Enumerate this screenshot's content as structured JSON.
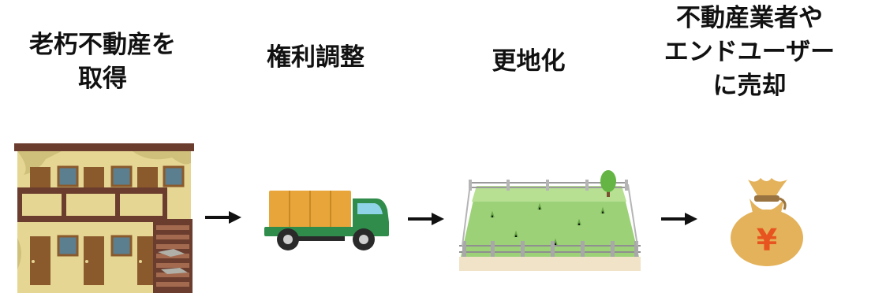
{
  "steps": [
    {
      "id": "acquire",
      "title_lines": [
        "老朽不動産を",
        "取得"
      ],
      "icon": "old-apartment-icon"
    },
    {
      "id": "rights",
      "title_lines": [
        "権利調整"
      ],
      "icon": "truck-icon"
    },
    {
      "id": "clear",
      "title_lines": [
        "更地化"
      ],
      "icon": "vacant-lot-icon"
    },
    {
      "id": "sell",
      "title_lines": [
        "不動産業者や",
        "エンドユーザー",
        "に売却"
      ],
      "icon": "money-bag-icon"
    }
  ],
  "arrow_icon": "right-arrow-icon",
  "colors": {
    "text": "#111111",
    "arrow": "#111111",
    "building_wall": "#e6d693",
    "building_trim": "#6b3d2e",
    "truck_cargo": "#e8a53a",
    "truck_cab": "#2f8c4a",
    "lot_grass": "#9dd178",
    "money_bag": "#e3b25a",
    "yen_mark": "#e8541f"
  },
  "yen_symbol": "¥"
}
